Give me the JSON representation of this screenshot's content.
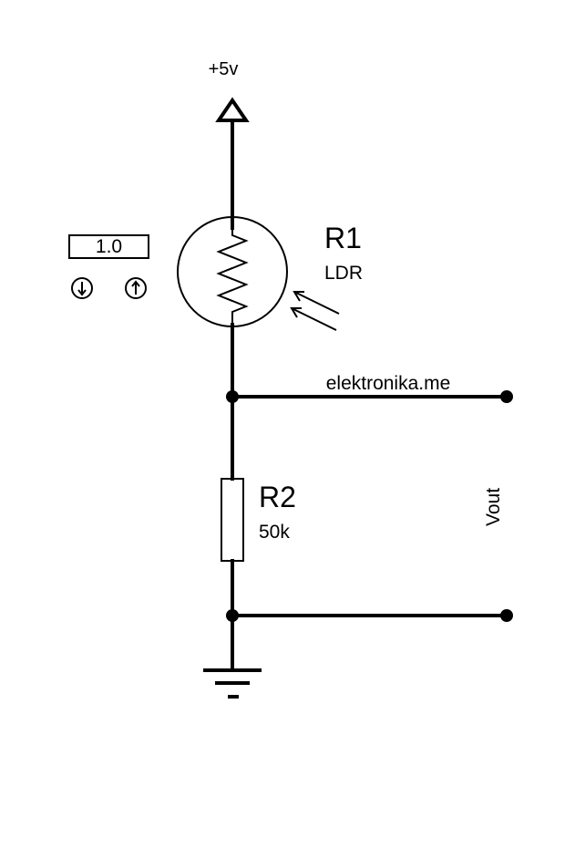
{
  "supply": {
    "label": "+5v"
  },
  "ldr": {
    "name": "R1",
    "type": "LDR",
    "light_level": "1.0",
    "decrease_icon": "arrow-down-circle-icon",
    "increase_icon": "arrow-up-circle-icon"
  },
  "resistor": {
    "name": "R2",
    "value": "50k"
  },
  "output": {
    "label": "Vout"
  },
  "watermark": "elektronika.me",
  "colors": {
    "ink": "#000000",
    "background": "#ffffff"
  }
}
